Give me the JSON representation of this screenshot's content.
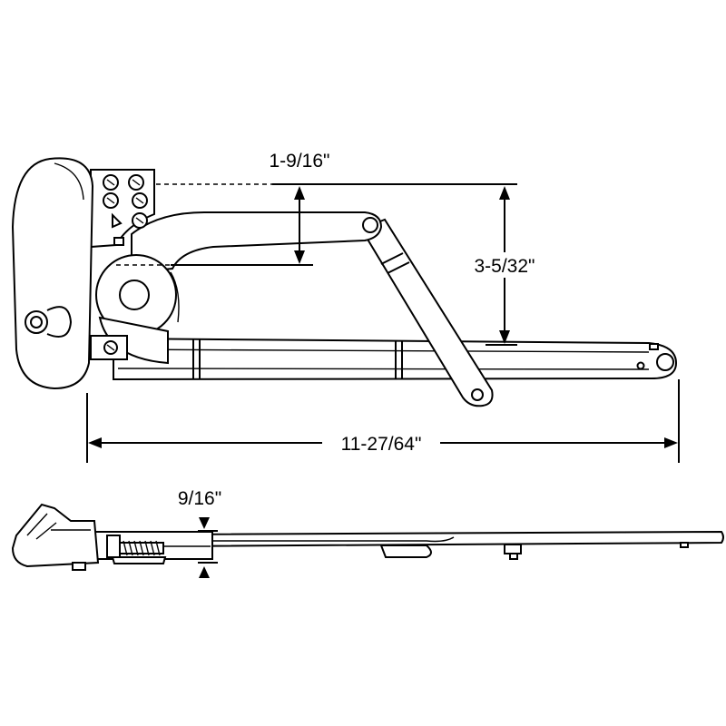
{
  "dimensions": {
    "arm_offset": "1-9/16\"",
    "overall_height": "3-5/32\"",
    "overall_length": "11-27/64\"",
    "profile_height": "9/16\""
  },
  "colors": {
    "line": "#000000",
    "background": "#ffffff"
  },
  "icons": {
    "operator_handle": "handle-cover-icon",
    "screw": "screw-icon",
    "pivot": "pivot-icon"
  }
}
